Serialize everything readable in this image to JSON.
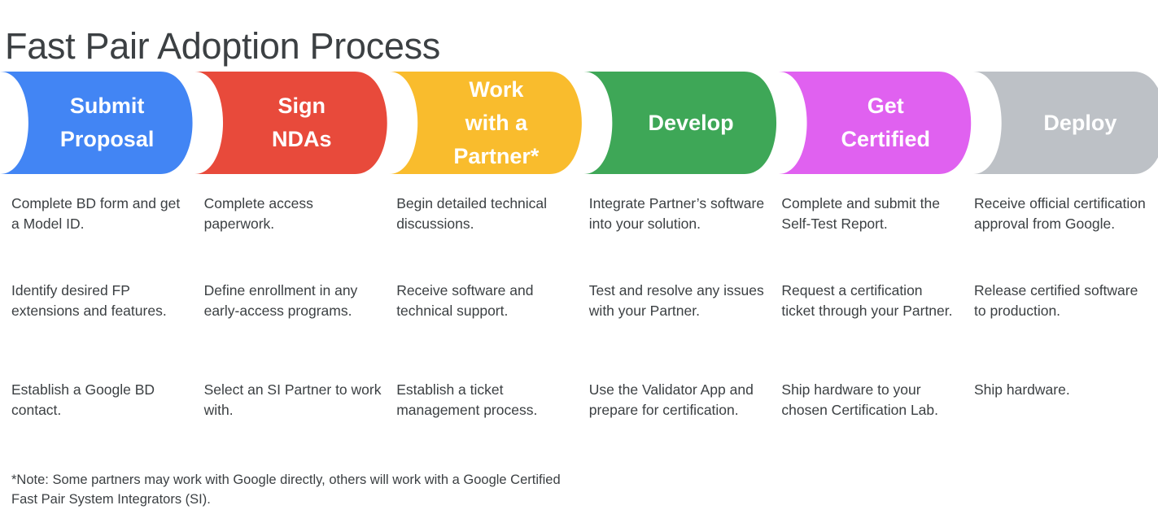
{
  "page": {
    "title": "Fast Pair Adoption Process"
  },
  "colors": {
    "title_text": "#3c4043",
    "body_text": "#3c4043",
    "chevron_text": "#ffffff",
    "background": "#ffffff",
    "blue": "#4285f4",
    "red": "#e84a3b",
    "yellow": "#f9bc2d",
    "green": "#3ea757",
    "magenta": "#e061f0",
    "gray": "#bdc1c6"
  },
  "process": {
    "stages": [
      {
        "label": "Submit\nProposal",
        "color": "#4285f4",
        "items": [
          "Complete BD form and get a Model ID.",
          "Identify desired FP extensions and features.",
          "Establish a Google BD contact."
        ]
      },
      {
        "label": "Sign\nNDAs",
        "color": "#e84a3b",
        "items": [
          "Complete access paperwork.",
          "Define enrollment in any early-access programs.",
          "Select an SI Partner to work with."
        ]
      },
      {
        "label": "Work\nwith a\nPartner*",
        "color": "#f9bc2d",
        "items": [
          "Begin detailed technical discussions.",
          "Receive software and technical support.",
          "Establish a ticket management process."
        ]
      },
      {
        "label": "Develop",
        "color": "#3ea757",
        "items": [
          "Integrate Partner’s software into your solution.",
          "Test and resolve any issues with your Partner.",
          "Use the Validator App and prepare for certification."
        ]
      },
      {
        "label": "Get\nCertified",
        "color": "#e061f0",
        "items": [
          "Complete and submit the Self-Test Report.",
          "Request a certification ticket through your Partner.",
          "Ship hardware to your chosen Certification Lab."
        ]
      },
      {
        "label": "Deploy",
        "color": "#bdc1c6",
        "items": [
          "Receive official certification approval from Google.",
          "Release certified software to production.",
          "Ship hardware."
        ]
      }
    ]
  },
  "footnote": {
    "text": "*Note: Some partners may work with Google directly, others will work with a Google Certified Fast Pair System Integrators (SI)."
  }
}
